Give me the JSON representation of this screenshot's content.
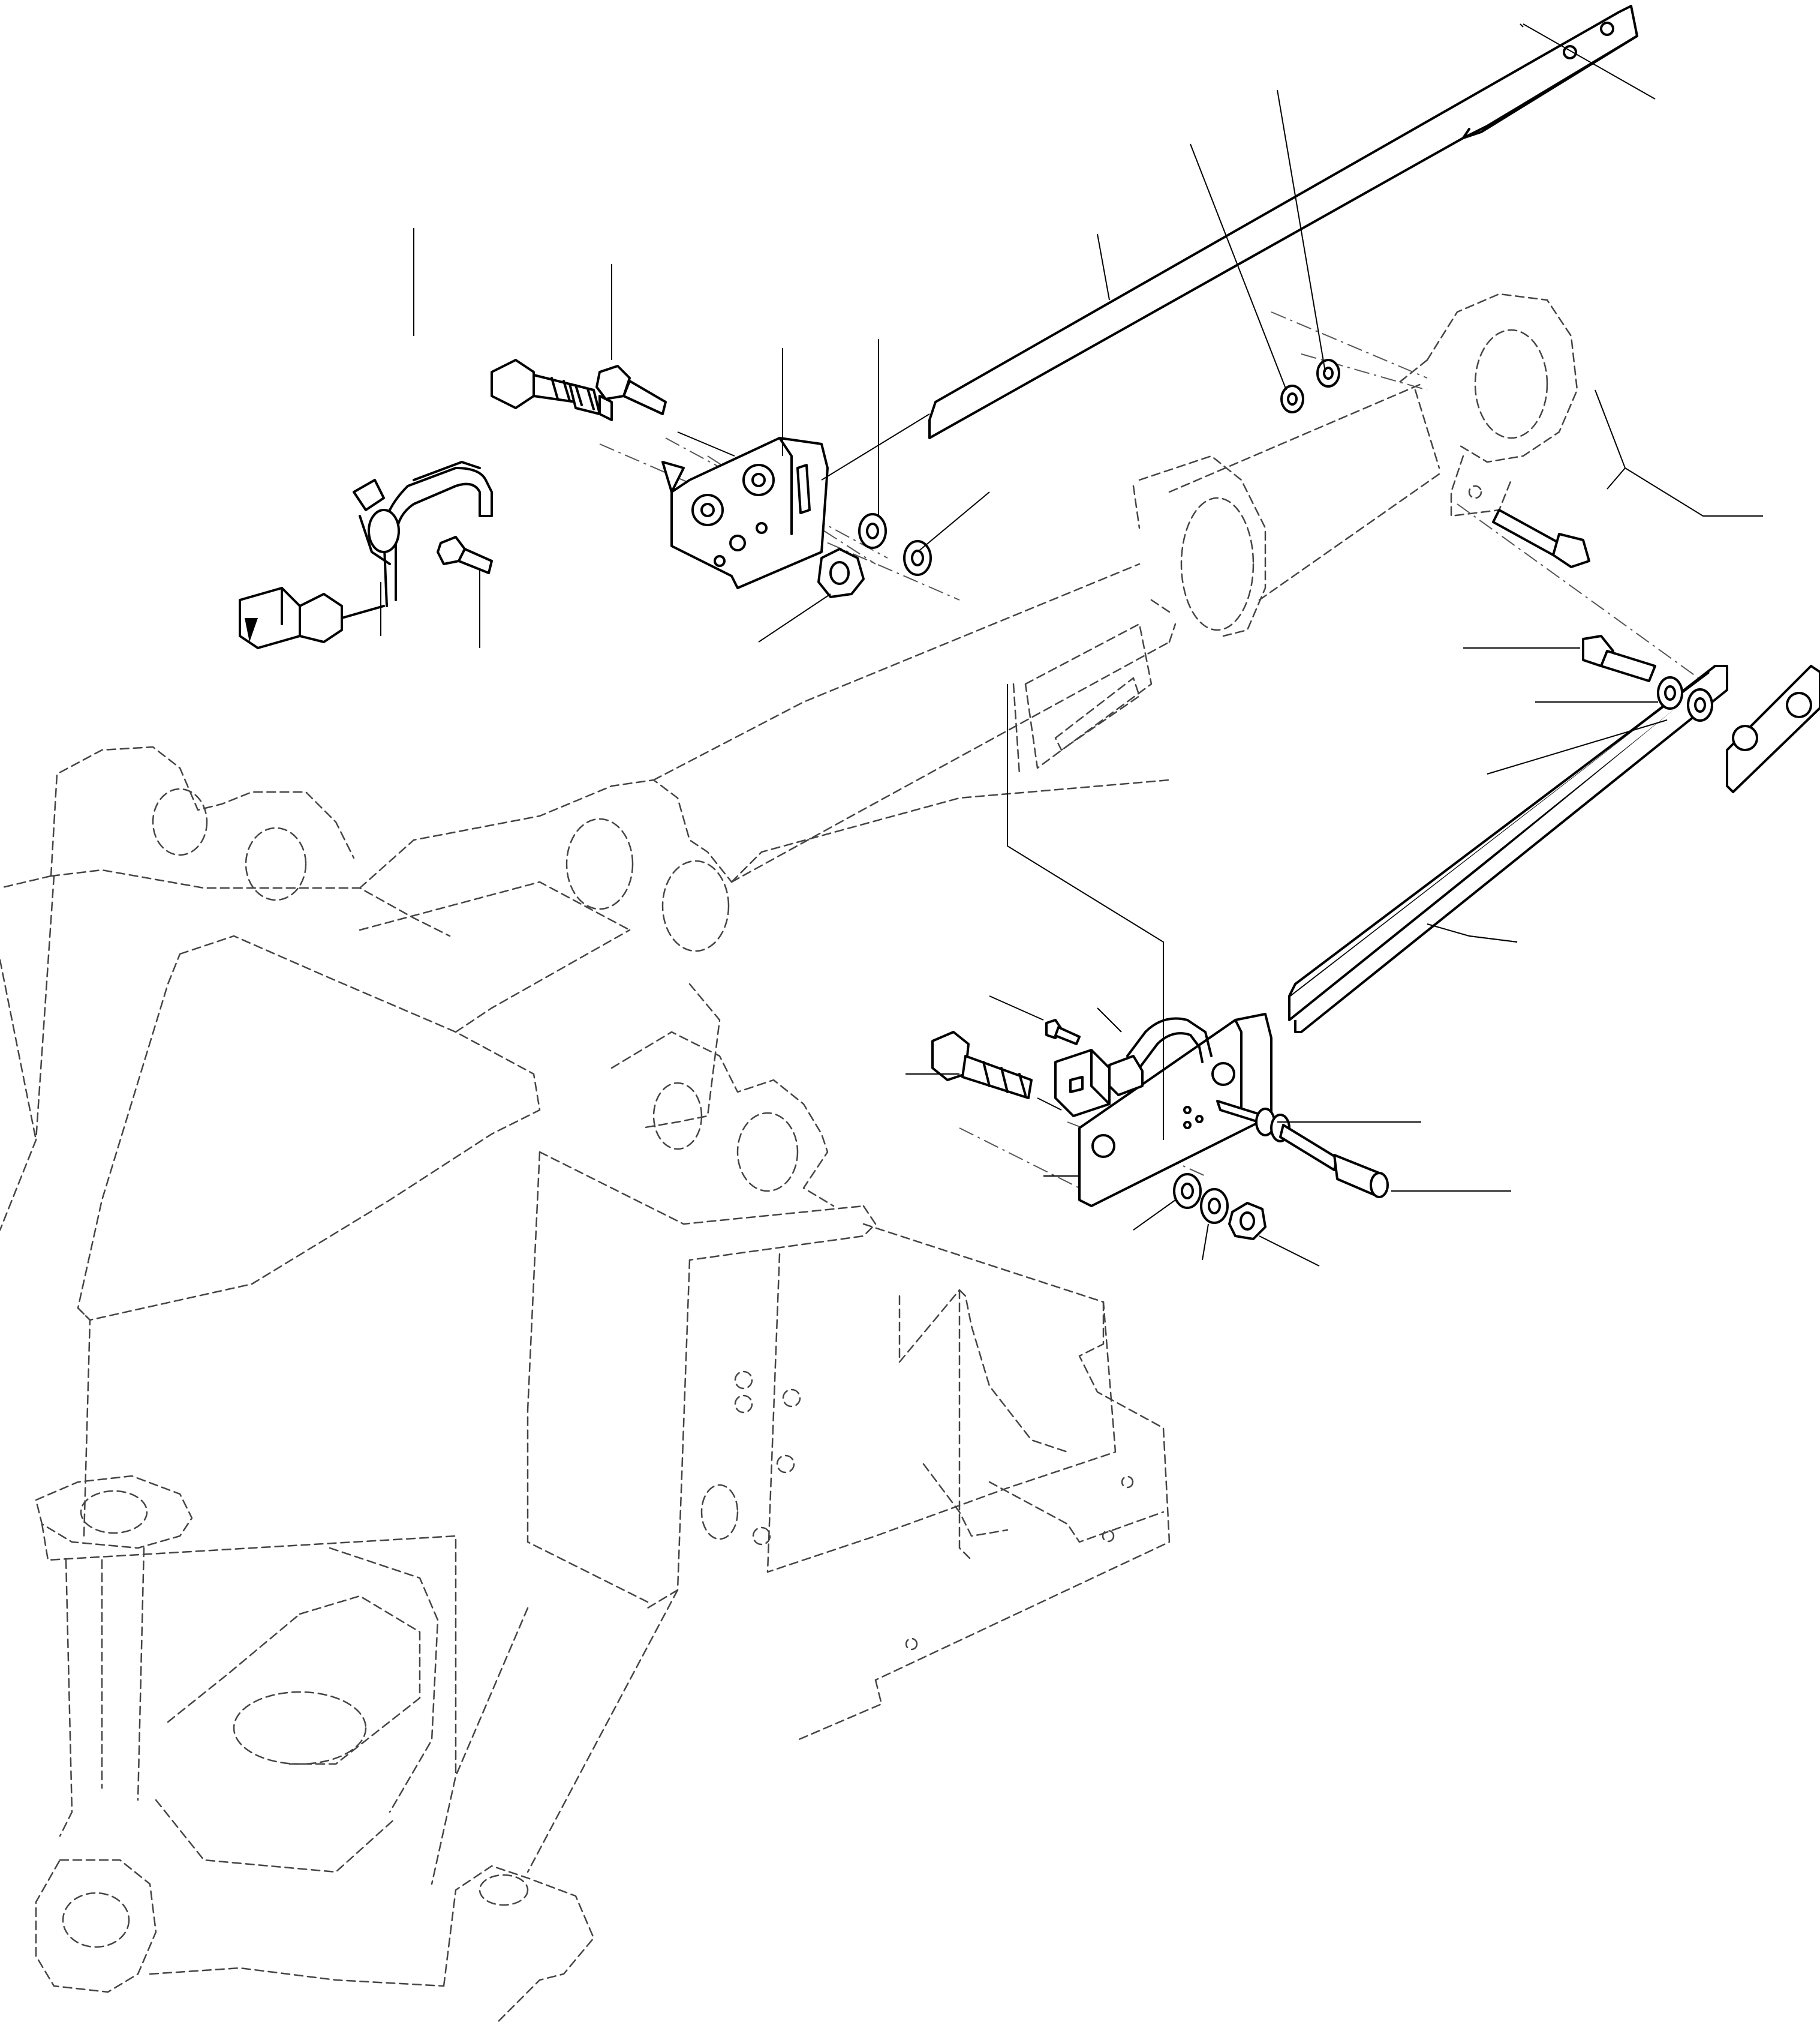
{
  "diagram": {
    "type": "exploded-parts-view",
    "callout_labels": [],
    "line_styles": {
      "visible_parts": "solid",
      "reference_frame": "dashed",
      "alignment_axes": "dash-dot"
    }
  }
}
